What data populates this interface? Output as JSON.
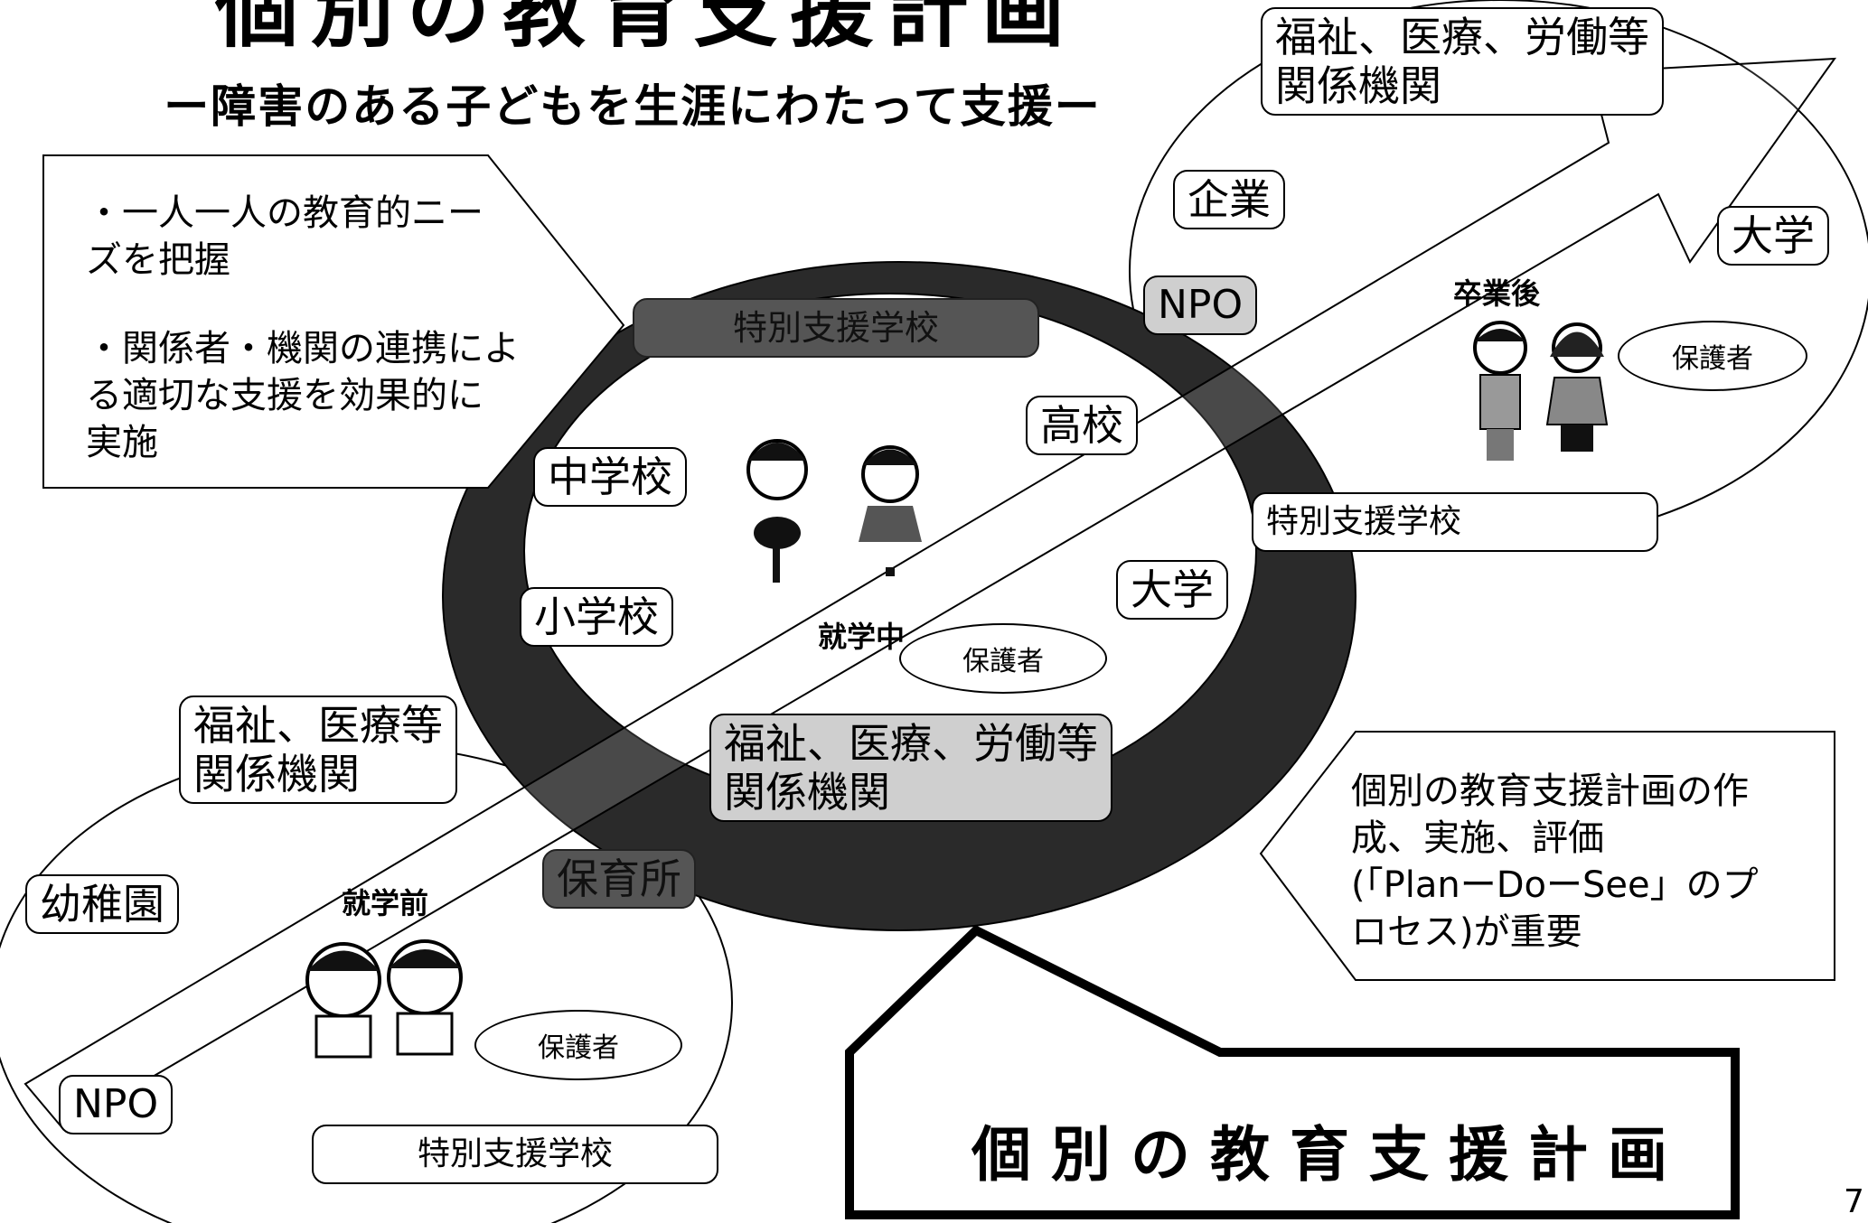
{
  "header": {
    "title": "個別の教育支援計画",
    "subtitle": "ー障害のある子どもを生涯にわたって支援ー"
  },
  "left_note": {
    "line1": "・一人一人の教育的ニー\n ズを把握",
    "line2": "・関係者・機関の連携によ\n る適切な支援を効果的に\n 実施"
  },
  "right_note": {
    "text": "個別の教育支援計画の作\n成、実施、評価\n(「PlanーDoーSee」のプ\nロセス)が重要"
  },
  "callout": {
    "label": "個別の教育支援計画"
  },
  "phases": {
    "before": "就学前",
    "during": "就学中",
    "after": "卒業後"
  },
  "guardian": "保護者",
  "before_school": {
    "welfare": "福祉、医療等\n関係機関",
    "kindergarten": "幼稚園",
    "nursery": "保育所",
    "npo": "NPO",
    "special_school": "特別支援学校"
  },
  "in_school": {
    "special_school": "特別支援学校",
    "junior_high": "中学校",
    "elementary": "小学校",
    "high_school": "高校",
    "university": "大学",
    "welfare": "福祉、医療、労働等\n関係機関"
  },
  "after_school": {
    "welfare": "福祉、医療、労働等\n関係機関",
    "company": "企業",
    "npo": "NPO",
    "university": "大学",
    "special_school": "特別支援学校"
  },
  "page_number": "7"
}
